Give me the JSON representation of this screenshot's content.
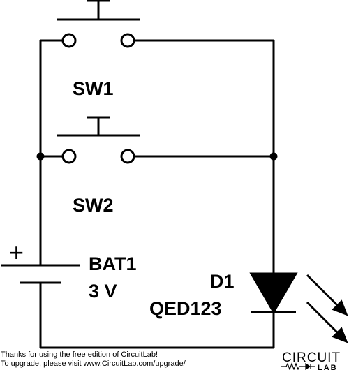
{
  "components": {
    "sw1": {
      "designator": "SW1"
    },
    "sw2": {
      "designator": "SW2"
    },
    "bat1": {
      "designator": "BAT1",
      "value": "3 V",
      "polarity": "+"
    },
    "d1": {
      "designator": "D1",
      "value": "QED123"
    }
  },
  "footer": {
    "line1": "Thanks for using the free edition of CircuitLab!",
    "line2": "To upgrade, please visit www.CircuitLab.com/upgrade/"
  },
  "logo": {
    "word_top": "CIRCUIT",
    "word_bottom": "LAB"
  },
  "colors": {
    "wire": "#000000",
    "background": "#ffffff"
  }
}
